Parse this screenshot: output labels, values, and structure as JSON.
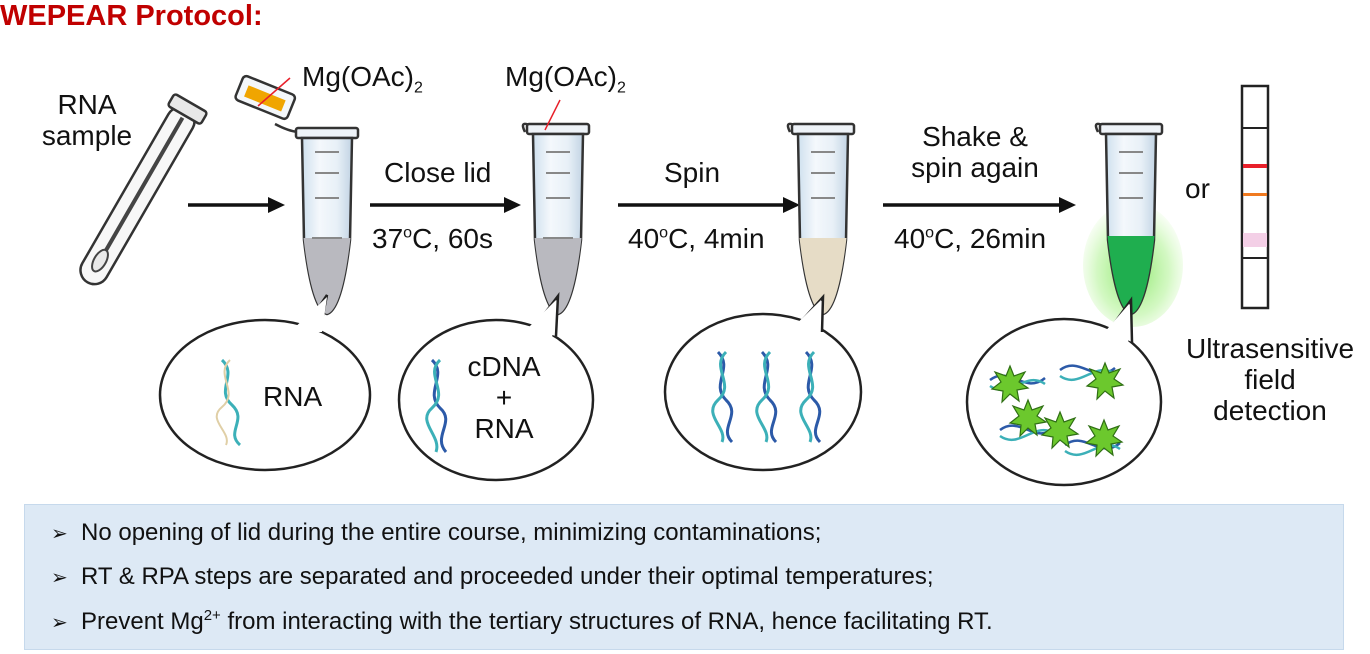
{
  "title": "WEPEAR Protocol:",
  "labels": {
    "rna_sample_line1": "RNA",
    "rna_sample_line2": "sample",
    "mg_reagent_base": "Mg(OAc)",
    "mg_reagent_sub": "2",
    "step1_top": "Close lid",
    "step1_bottom_temp": "37",
    "step1_bottom_deg": "o",
    "step1_bottom_rest": "C, 60s",
    "step2_top": "Spin",
    "step2_bottom_temp": "40",
    "step2_bottom_deg": "o",
    "step2_bottom_rest": "C, 4min",
    "step3_top_line1": "Shake &",
    "step3_top_line2": "spin again",
    "step3_bottom_temp": "40",
    "step3_bottom_deg": "o",
    "step3_bottom_rest": "C, 26min",
    "or": "or",
    "bubble1": "RNA",
    "bubble2_line1": "cDNA",
    "bubble2_line2": "+",
    "bubble2_line3": "RNA",
    "detection_line1": "Ultrasensitive",
    "detection_line2": "field",
    "detection_line3": "detection"
  },
  "notes": {
    "note1": "No opening of lid during the entire course, minimizing contaminations;",
    "note2": "RT & RPA steps are separated and proceeded under their optimal temperatures;",
    "note3_pre": "Prevent Mg",
    "note3_sup": "2+",
    "note3_post": " from interacting with the tertiary structures of RNA, hence facilitating RT.",
    "bullet": "➢"
  },
  "colors": {
    "title": "#c00000",
    "tube_liquid_grey": "#b9b9bf",
    "tube_liquid_beige": "#e6dcc6",
    "tube_liquid_green": "#1fae4f",
    "mg_drop": "#f0a500",
    "strip_line_red": "#e8202a",
    "strip_line_orange": "#f07a20",
    "strip_line_pink": "#f3cfe6",
    "fluorescent_star": "#6cc82d",
    "notes_background": "#dde9f5"
  }
}
